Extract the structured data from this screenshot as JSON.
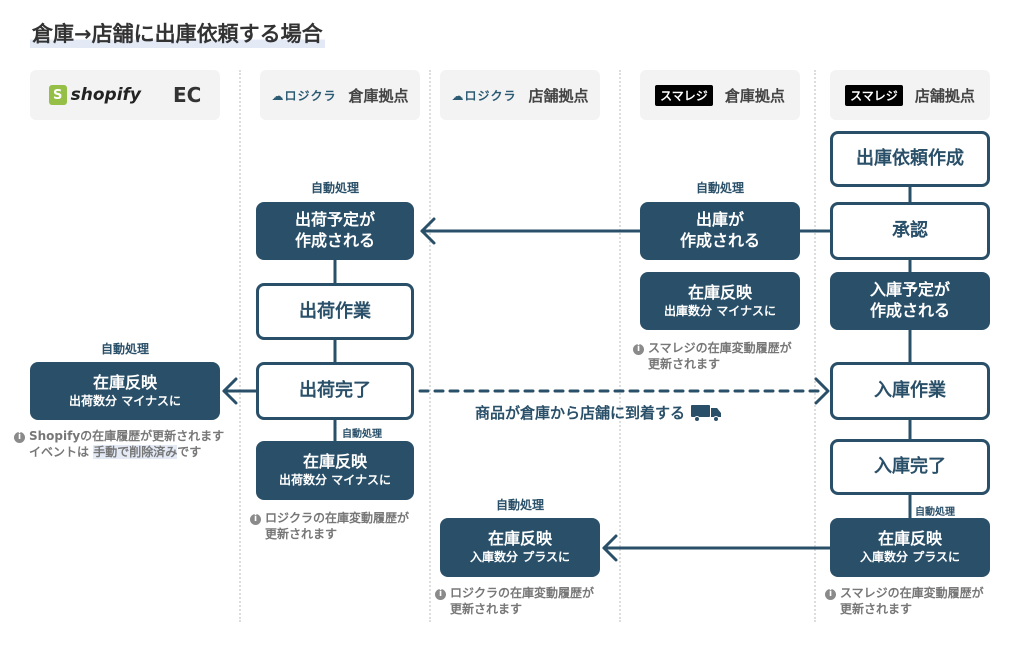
{
  "title": "倉庫→店舗に出庫依頼する場合",
  "columns": [
    {
      "logo": "shopify",
      "label": "EC"
    },
    {
      "logo": "ロジクラ",
      "label": "倉庫拠点"
    },
    {
      "logo": "ロジクラ",
      "label": "店舗拠点"
    },
    {
      "logo": "スマレジ",
      "label": "倉庫拠点"
    },
    {
      "logo": "スマレジ",
      "label": "店舗拠点"
    }
  ],
  "auto_label": "自動処理",
  "ec": {
    "stock": {
      "title": "在庫反映",
      "sub": "出荷数分 マイナスに"
    },
    "note1": "Shopifyの在庫履歴が更新されます",
    "note2a": "イベントは ",
    "note2b": "手動で削除済み",
    "note2c": "です"
  },
  "logi_wh": {
    "planned": "出荷予定が\n作成される",
    "work": "出荷作業",
    "done": "出荷完了",
    "stock": {
      "title": "在庫反映",
      "sub": "出荷数分 マイナスに"
    },
    "note1": "ロジクラの在庫変動履歴が",
    "note2": "更新されます"
  },
  "logi_store": {
    "stock": {
      "title": "在庫反映",
      "sub": "入庫数分 プラスに"
    },
    "note1": "ロジクラの在庫変動履歴が",
    "note2": "更新されます"
  },
  "sm_wh": {
    "created": "出庫が\n作成される",
    "stock": {
      "title": "在庫反映",
      "sub": "出庫数分 マイナスに"
    },
    "note1": "スマレジの在庫変動履歴が",
    "note2": "更新されます"
  },
  "sm_store": {
    "request": "出庫依頼作成",
    "approve": "承認",
    "planned": "入庫予定が\n作成される",
    "work": "入庫作業",
    "done": "入庫完了",
    "stock": {
      "title": "在庫反映",
      "sub": "入庫数分 プラスに"
    },
    "note1": "スマレジの在庫変動履歴が",
    "note2": "更新されます"
  },
  "transit": "商品が倉庫から店舗に到着する",
  "colors": {
    "primary": "#2a5069",
    "shopify": "#95bf47",
    "header_bg": "#f3f3f3"
  }
}
